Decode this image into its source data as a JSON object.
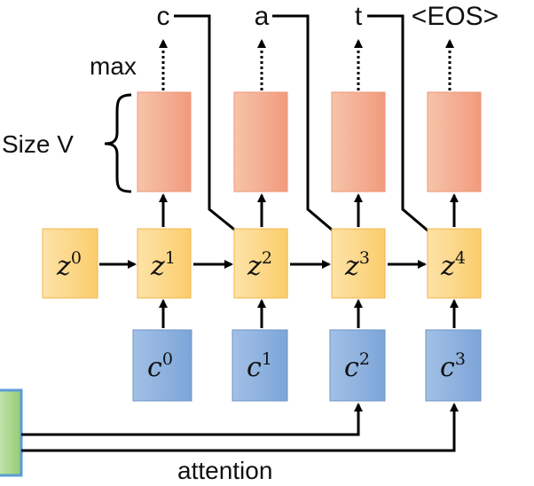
{
  "output_tokens": [
    "c",
    "a",
    "t",
    "<EOS>"
  ],
  "labels": {
    "max": "max",
    "size": "Size V",
    "attention": "attention"
  },
  "states": {
    "z": [
      {
        "base": "z",
        "sup": "0"
      },
      {
        "base": "z",
        "sup": "1"
      },
      {
        "base": "z",
        "sup": "2"
      },
      {
        "base": "z",
        "sup": "3"
      },
      {
        "base": "z",
        "sup": "4"
      }
    ],
    "c": [
      {
        "base": "c",
        "sup": "0"
      },
      {
        "base": "c",
        "sup": "1"
      },
      {
        "base": "c",
        "sup": "2"
      },
      {
        "base": "c",
        "sup": "3"
      }
    ]
  },
  "colors": {
    "z_fill": "#fcd27e",
    "z_stroke": "#f2b34a",
    "c_fill": "#87acdb",
    "c_stroke": "#6c93c6",
    "softmax_fill": "#f4a98b",
    "softmax_stroke": "#ee9679",
    "encoder_fill": "#a9d68e",
    "encoder_stroke": "#5b9bd5"
  }
}
